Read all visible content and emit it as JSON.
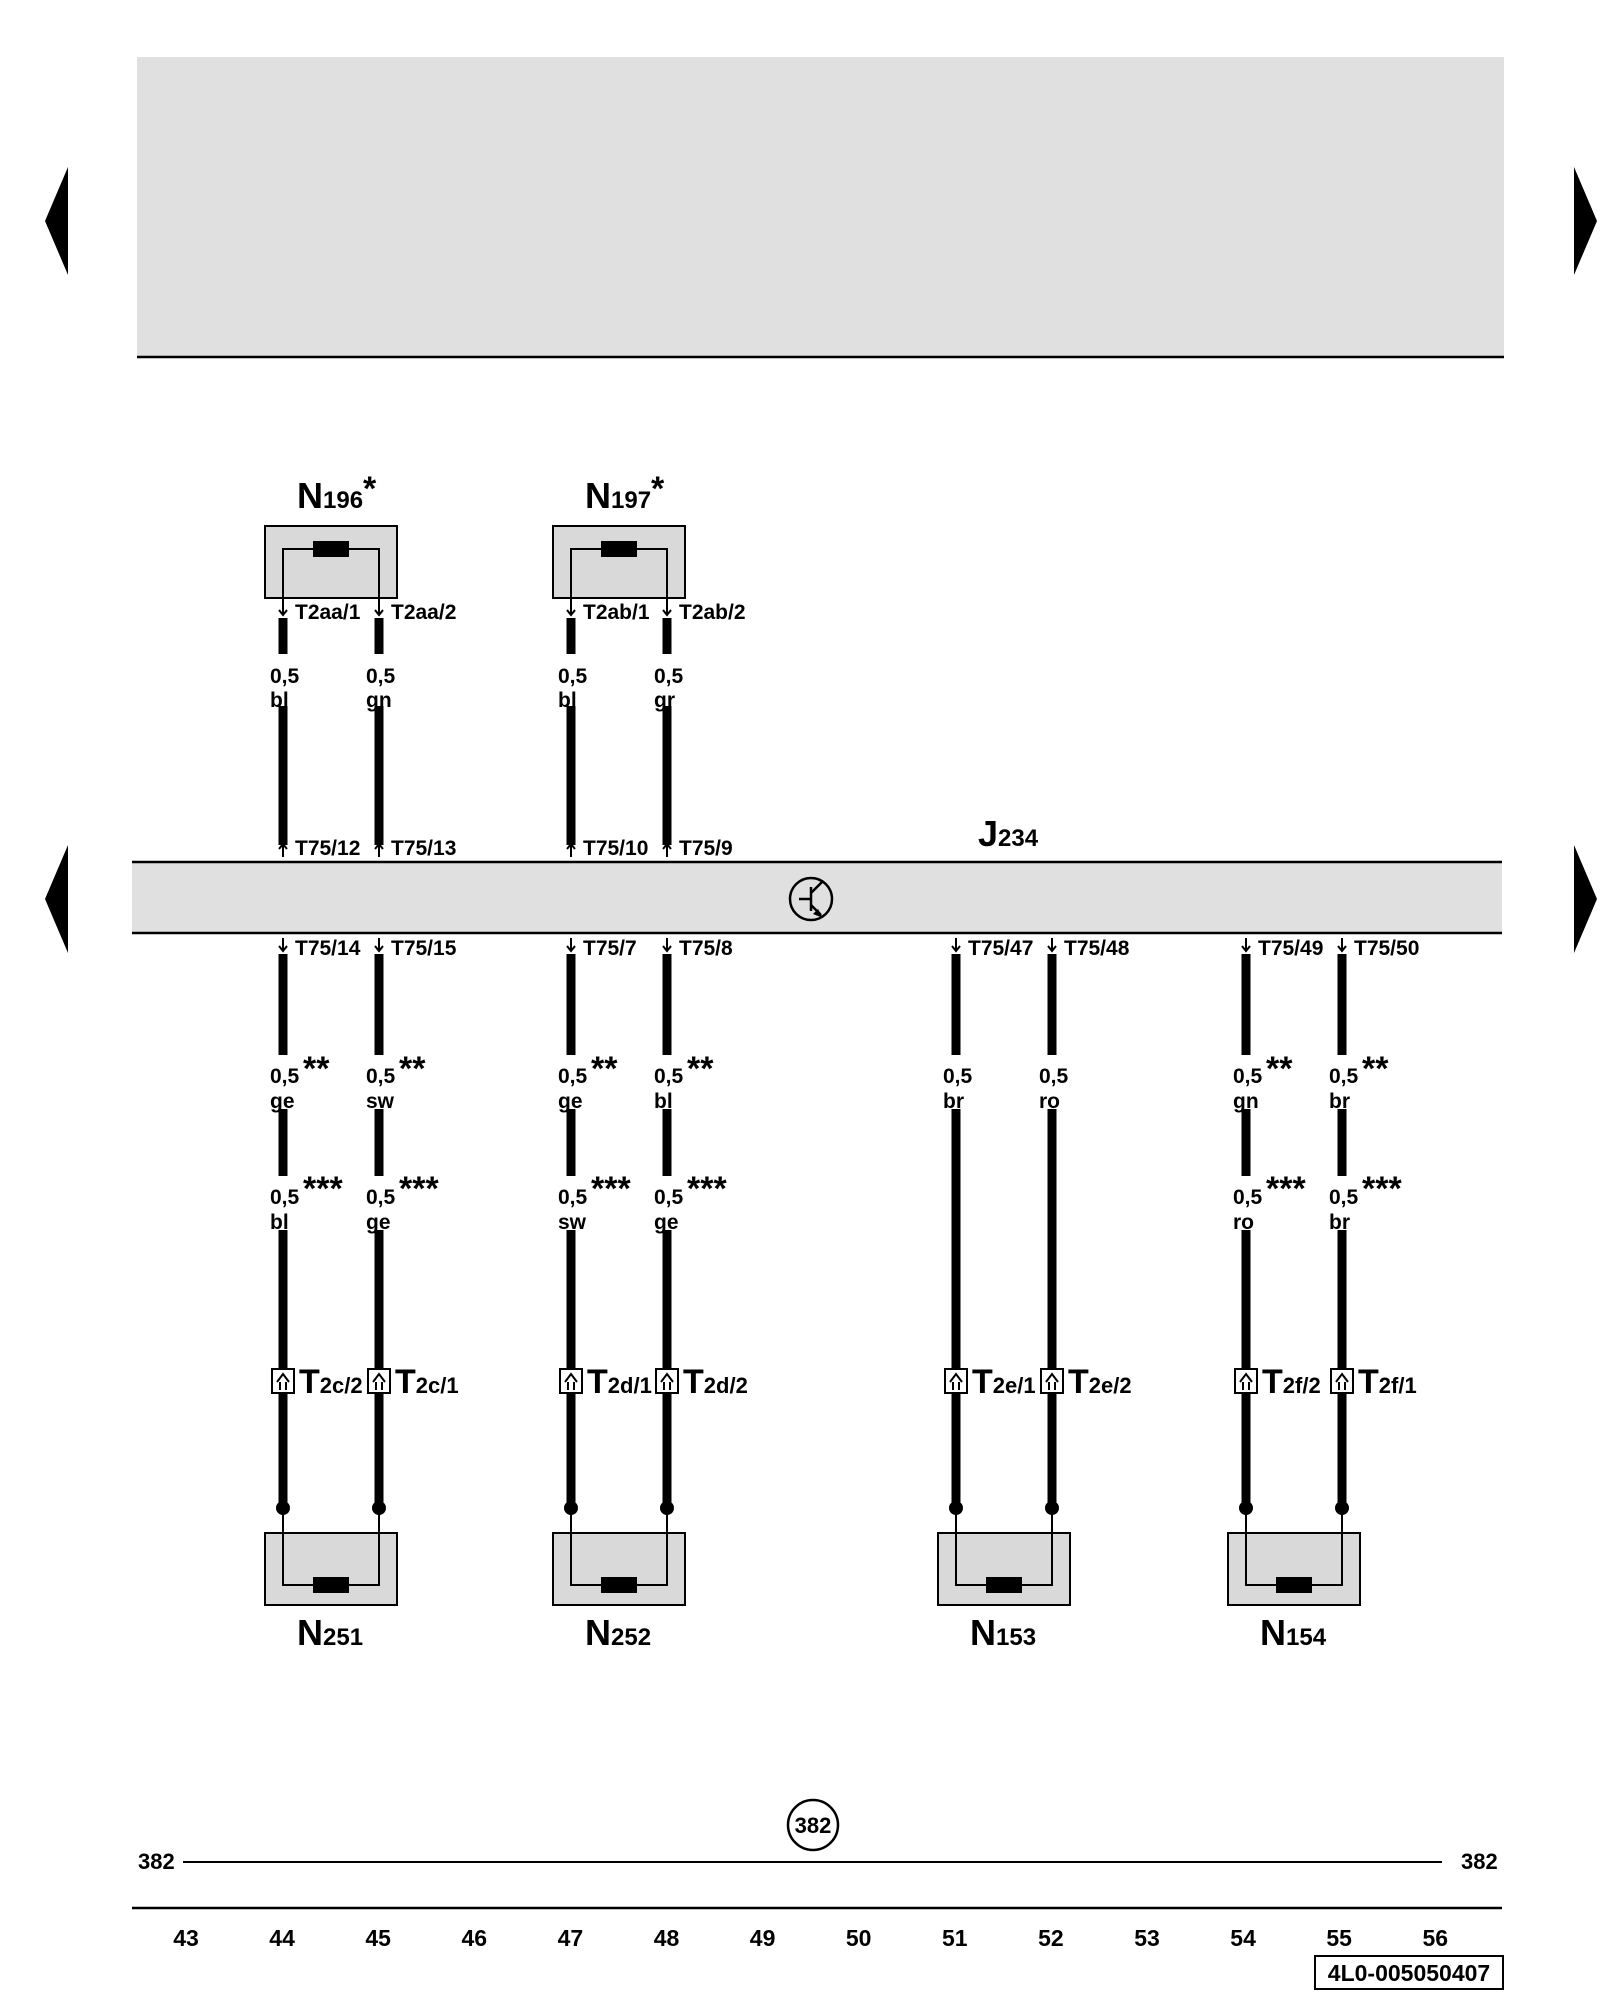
{
  "nav": {
    "left_icon": "triangle-left-icon",
    "right_icon": "triangle-right-icon"
  },
  "control_unit": {
    "main": "J",
    "sub": "234",
    "icon": "transistor-icon"
  },
  "top_components": [
    {
      "main": "N",
      "sub": "196",
      "mark": "*",
      "pins": [
        "T2aa/1",
        "T2aa/2"
      ],
      "wires": [
        {
          "size": "0,5",
          "color": "bl"
        },
        {
          "size": "0,5",
          "color": "gn"
        }
      ],
      "j_pins": [
        "T75/12",
        "T75/13"
      ]
    },
    {
      "main": "N",
      "sub": "197",
      "mark": "*",
      "pins": [
        "T2ab/1",
        "T2ab/2"
      ],
      "wires": [
        {
          "size": "0,5",
          "color": "bl"
        },
        {
          "size": "0,5",
          "color": "gr"
        }
      ],
      "j_pins": [
        "T75/10",
        "T75/9"
      ]
    }
  ],
  "bottom_groups": [
    {
      "main": "N",
      "sub": "251",
      "j_pins": [
        "T75/14",
        "T75/15"
      ],
      "variant1": [
        {
          "size": "0,5",
          "mark": "**",
          "color": "ge"
        },
        {
          "size": "0,5",
          "mark": "**",
          "color": "sw"
        }
      ],
      "variant2": [
        {
          "size": "0,5",
          "mark": "***",
          "color": "bl"
        },
        {
          "size": "0,5",
          "mark": "***",
          "color": "ge"
        }
      ],
      "connectors": [
        {
          "main": "T",
          "sub": "2c/2"
        },
        {
          "main": "T",
          "sub": "2c/1"
        }
      ]
    },
    {
      "main": "N",
      "sub": "252",
      "j_pins": [
        "T75/7",
        "T75/8"
      ],
      "variant1": [
        {
          "size": "0,5",
          "mark": "**",
          "color": "ge"
        },
        {
          "size": "0,5",
          "mark": "**",
          "color": "bl"
        }
      ],
      "variant2": [
        {
          "size": "0,5",
          "mark": "***",
          "color": "sw"
        },
        {
          "size": "0,5",
          "mark": "***",
          "color": "ge"
        }
      ],
      "connectors": [
        {
          "main": "T",
          "sub": "2d/1"
        },
        {
          "main": "T",
          "sub": "2d/2"
        }
      ]
    },
    {
      "main": "N",
      "sub": "153",
      "j_pins": [
        "T75/47",
        "T75/48"
      ],
      "variant1": [
        {
          "size": "0,5",
          "mark": "",
          "color": "br"
        },
        {
          "size": "0,5",
          "mark": "",
          "color": "ro"
        }
      ],
      "variant2": [],
      "connectors": [
        {
          "main": "T",
          "sub": "2e/1"
        },
        {
          "main": "T",
          "sub": "2e/2"
        }
      ]
    },
    {
      "main": "N",
      "sub": "154",
      "j_pins": [
        "T75/49",
        "T75/50"
      ],
      "variant1": [
        {
          "size": "0,5",
          "mark": "**",
          "color": "gn"
        },
        {
          "size": "0,5",
          "mark": "**",
          "color": "br"
        }
      ],
      "variant2": [
        {
          "size": "0,5",
          "mark": "***",
          "color": "ro"
        },
        {
          "size": "0,5",
          "mark": "***",
          "color": "br"
        }
      ],
      "connectors": [
        {
          "main": "T",
          "sub": "2f/2"
        },
        {
          "main": "T",
          "sub": "2f/1"
        }
      ]
    }
  ],
  "ground": {
    "circle_label": "382",
    "left_label": "382",
    "right_label": "382"
  },
  "track_numbers": [
    "43",
    "44",
    "45",
    "46",
    "47",
    "48",
    "49",
    "50",
    "51",
    "52",
    "53",
    "54",
    "55",
    "56"
  ],
  "diagram_code": "4L0-005050407",
  "colors": {
    "panel": "#e0e0e0",
    "wire": "#000000"
  }
}
